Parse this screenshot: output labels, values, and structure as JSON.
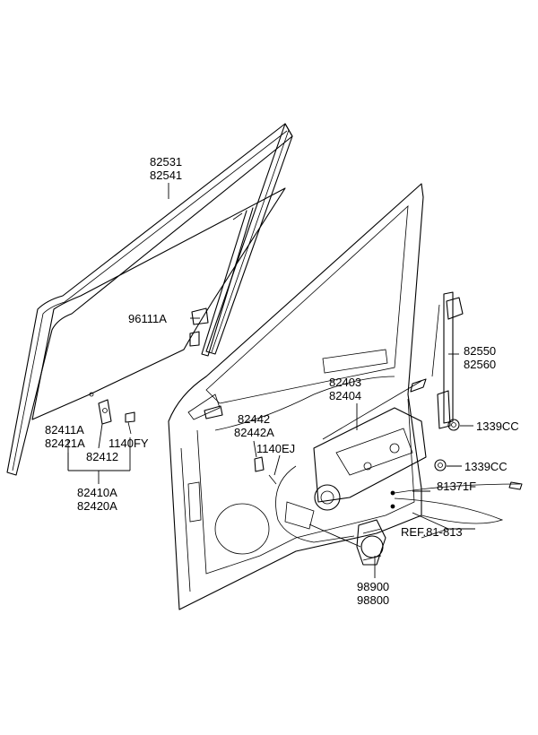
{
  "labels": {
    "glass_run": [
      "82531",
      "82541"
    ],
    "sticker": "96111A",
    "regulator_rail_right": [
      "82550",
      "82560"
    ],
    "nut_upper": "1339CC",
    "nut_lower": "1339CC",
    "regulator": [
      "82403",
      "82404"
    ],
    "bracket": [
      "82442",
      "82442A"
    ],
    "bolt_ej": "1140EJ",
    "cable": "81371F",
    "ref": "REF.81-813",
    "motor": [
      "98900",
      "98800"
    ],
    "glass_channel": [
      "82411A",
      "82421A"
    ],
    "bolt_fy": "1140FY",
    "channel_assy": "82412",
    "glass_assy": [
      "82410A",
      "82420A"
    ]
  }
}
